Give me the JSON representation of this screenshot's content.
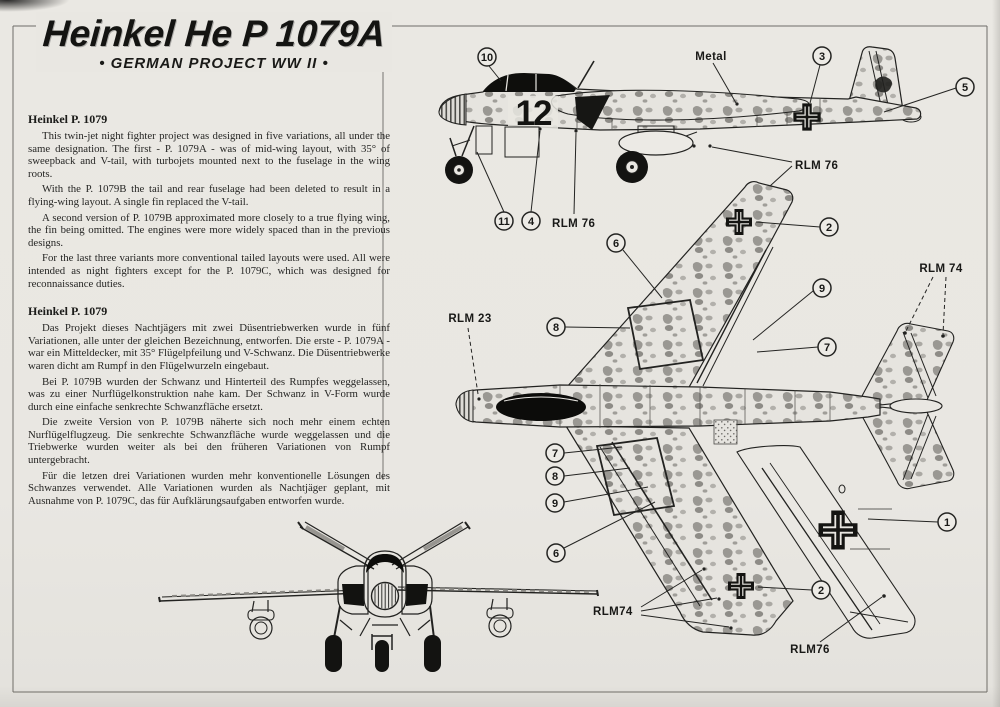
{
  "page_title": "Heinkel He P 1079A",
  "page_subtitle": "• GERMAN PROJECT WW II •",
  "text_en": {
    "heading": "Heinkel P. 1079",
    "paragraphs": [
      "This twin-jet night fighter project was designed in five variations, all under the same designation. The first - P. 1079A - was of mid-wing layout, with 35° of sweepback and V-tail, with turbojets mounted next to the fuselage in the wing roots.",
      "With the P. 1079B the tail and rear fuselage had been deleted to result in a flying-wing layout. A single fin replaced the V-tail.",
      "A second version of P. 1079B approximated more closely to a true flying wing, the fin being omitted. The engines were more widely spaced than in the previous designs.",
      "For the last three variants more conventional tailed layouts were used. All were intended as night fighters except for the P. 1079C, which was designed for reconnaissance duties."
    ]
  },
  "text_de": {
    "heading": "Heinkel P. 1079",
    "paragraphs": [
      "Das Projekt dieses Nachtjägers mit zwei Düsentriebwerken wurde in fünf Variationen, alle unter der gleichen Bezeichnung, entworfen. Die erste - P. 1079A - war ein Mitteldecker, mit 35° Flügelpfeilung und V-Schwanz. Die Düsentriebwerke waren dicht am Rumpf in den Flügelwurzeln eingebaut.",
      "Bei P. 1079B wurden der Schwanz und Hinterteil des Rumpfes weggelassen, was zu einer Nurflügelkonstruktion nahe kam. Der Schwanz in V-Form wurde durch eine einfache senkrechte Schwanzfläche ersetzt.",
      "Die zweite Version von P. 1079B näherte sich noch mehr einem echten Nurflügelflugzeug. Die senkrechte Schwanzfläche wurde weggelassen und die Triebwerke wurden weiter als bei den früheren Variationen von Rumpf untergebracht.",
      "Für die letzen drei Variationen wurden mehr konventionelle Lösungen des Schwanzes verwendet. Alle Variationen wurden als Nachtjäger geplant, mit Ausnahme von P. 1079C, das für Aufklärungsaufgaben entworfen wurde."
    ]
  },
  "markings": {
    "nose_number": "12"
  },
  "callout_numbers": {
    "n1": "1",
    "n2": "2",
    "n3": "3",
    "n4": "4",
    "n5": "5",
    "n6": "6",
    "n7": "7",
    "n8": "8",
    "n9": "9",
    "n10": "10",
    "n11": "11"
  },
  "paint_labels": {
    "metal": "Metal",
    "rlm23": "RLM 23",
    "rlm74_tail": "RLM 74",
    "rlm74_wing": "RLM74",
    "rlm76_fuselage": "RLM 76",
    "rlm76_tank": "RLM 76",
    "rlm76_fin": "RLM76"
  },
  "colors": {
    "paper": "#e9e7e2",
    "ink": "#1d1d1b",
    "mottle": "#98968f"
  }
}
